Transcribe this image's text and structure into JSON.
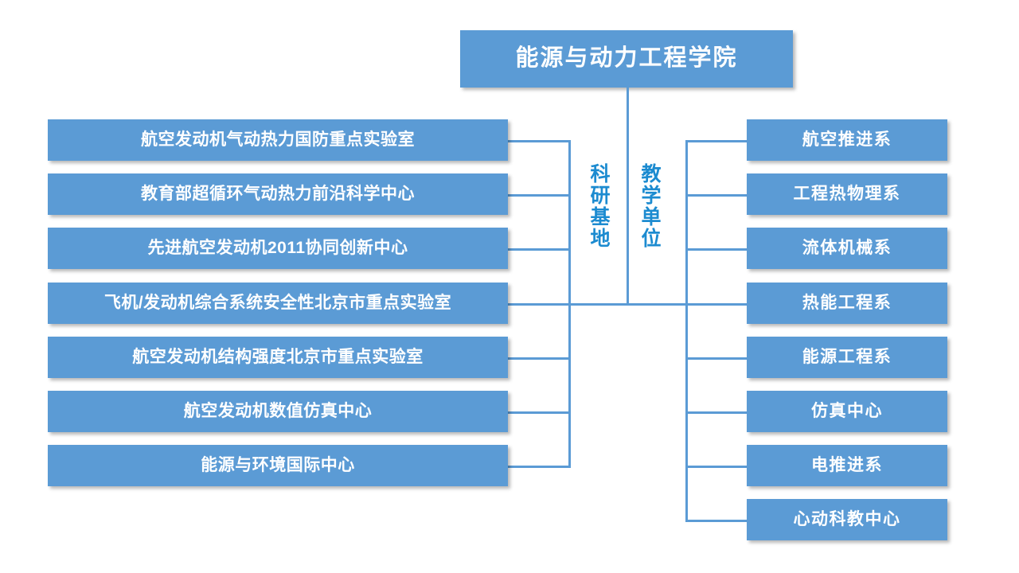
{
  "diagram": {
    "title": "能源与动力工程学院",
    "colors": {
      "box_fill": "#5B9BD5",
      "box_text": "#FFFFFF",
      "connector": "#5B9BD5",
      "branch_label_text": "#1C8BD0",
      "background": "#FFFFFF"
    },
    "root": {
      "label": "能源与动力工程学院"
    },
    "branches": {
      "research": {
        "label": "科研基地",
        "side": "left"
      },
      "teaching": {
        "label": "教学单位",
        "side": "right"
      }
    },
    "research_units": [
      {
        "label": "航空发动机气动热力国防重点实验室"
      },
      {
        "label": "教育部超循环气动热力前沿科学中心"
      },
      {
        "label": "先进航空发动机2011协同创新中心"
      },
      {
        "label": "飞机/发动机综合系统安全性北京市重点实验室"
      },
      {
        "label": "航空发动机结构强度北京市重点实验室"
      },
      {
        "label": "航空发动机数值仿真中心"
      },
      {
        "label": "能源与环境国际中心"
      }
    ],
    "teaching_units": [
      {
        "label": "航空推进系"
      },
      {
        "label": "工程热物理系"
      },
      {
        "label": "流体机械系"
      },
      {
        "label": "热能工程系"
      },
      {
        "label": "能源工程系"
      },
      {
        "label": "仿真中心"
      },
      {
        "label": "电推进系"
      },
      {
        "label": "心动科教中心"
      }
    ]
  }
}
